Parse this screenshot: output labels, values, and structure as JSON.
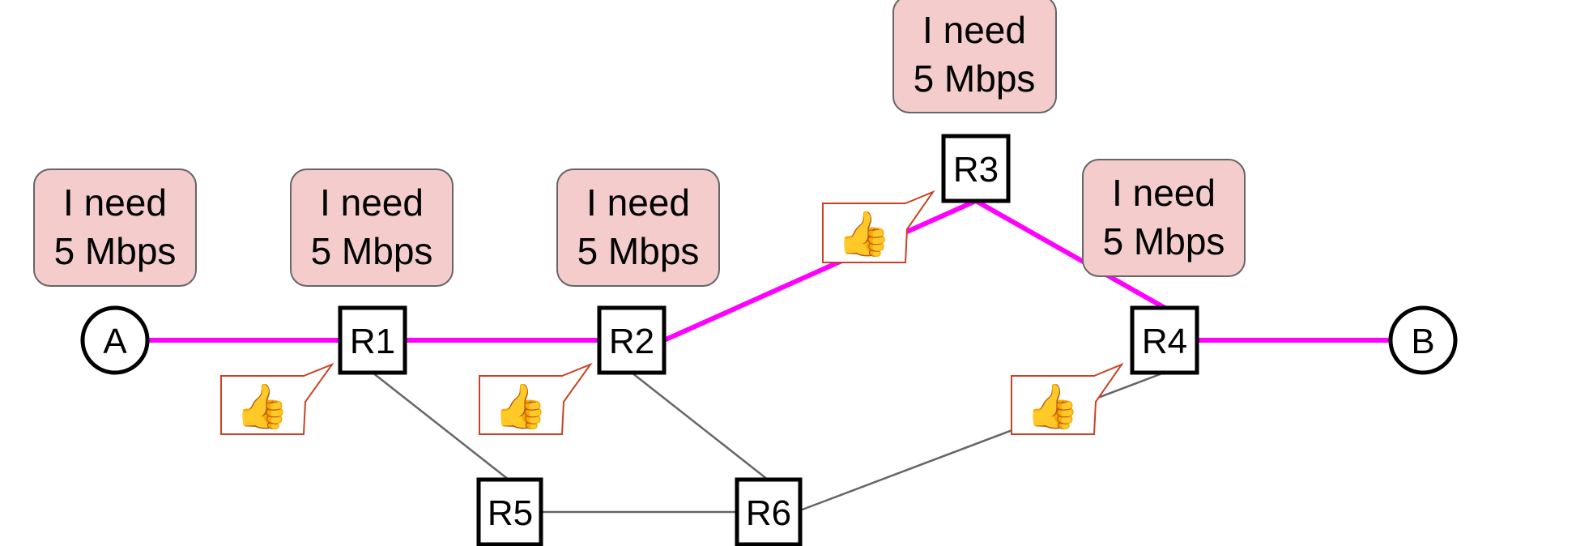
{
  "nodes": {
    "A": "A",
    "B": "B",
    "R1": "R1",
    "R2": "R2",
    "R3": "R3",
    "R4": "R4",
    "R5": "R5",
    "R6": "R6"
  },
  "request_bubbles": {
    "line1": "I need",
    "line2": "5 Mbps"
  },
  "ack_icon": "thumbs-up-icon",
  "colors": {
    "reserved_path": "#ff00ff",
    "bubble_fill": "#f4cccc",
    "bubble_stroke": "#666666",
    "ack_stroke": "#cc4125",
    "link_gray": "#666666"
  }
}
